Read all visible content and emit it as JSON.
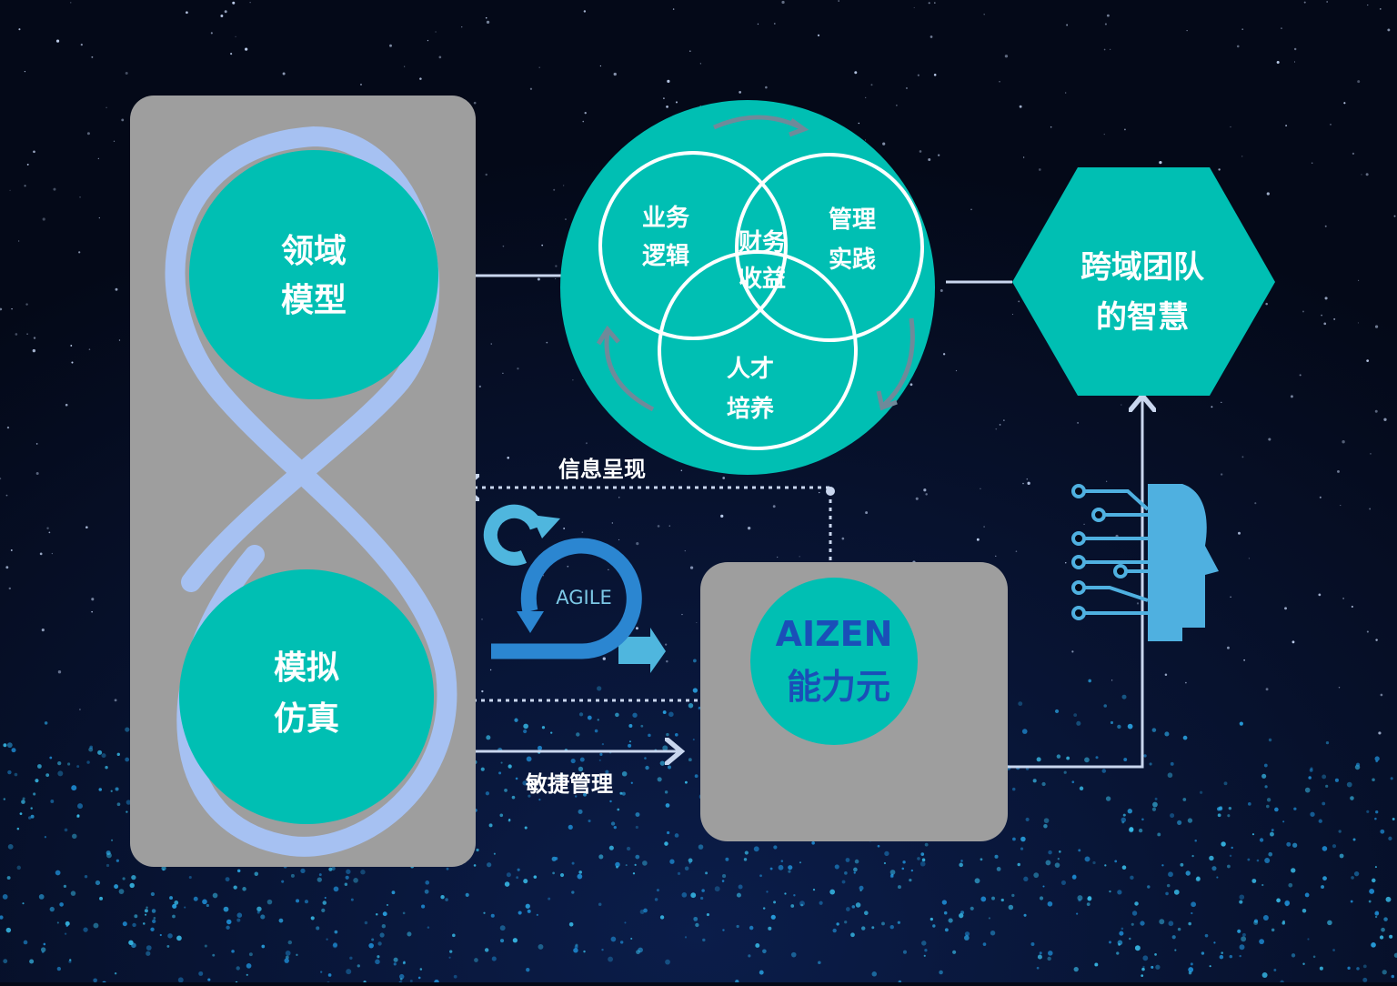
{
  "left_panel": {
    "top_circle": [
      "领域",
      "模型"
    ],
    "bottom_circle": [
      "模拟",
      "仿真"
    ]
  },
  "venn": {
    "business_logic": [
      "业务",
      "逻辑"
    ],
    "management_practice": [
      "管理",
      "实践"
    ],
    "finance_revenue": [
      "财务",
      "收益"
    ],
    "talent_training": [
      "人才",
      "培养"
    ]
  },
  "hexagon": [
    "跨域团队",
    "的智慧"
  ],
  "aizen": {
    "title": "AIZEN",
    "subtitle": "能力元"
  },
  "agile_label": "AGILE",
  "labels": {
    "info_presentation": "信息呈现",
    "agile_management": "敏捷管理"
  },
  "colors": {
    "teal": "#00bfb3",
    "panel": "#9e9e9e",
    "loop": "#a6c1f2",
    "aizen_text": "#1a4fb8",
    "background": "#040918"
  }
}
